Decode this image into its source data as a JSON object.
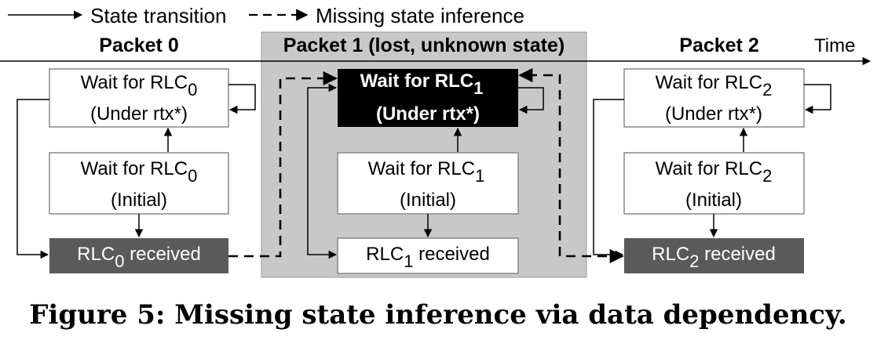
{
  "legend": {
    "solid_label": "State transition",
    "dashed_label": "Missing state inference"
  },
  "timeline": {
    "time_label": "Time"
  },
  "columns": [
    {
      "header": "Packet 0",
      "wait_rtx": {
        "line1_prefix": "Wait for RLC",
        "sub": "0",
        "line2": "(Under rtx*)"
      },
      "wait_init": {
        "line1_prefix": "Wait for RLC",
        "sub": "0",
        "line2": "(Initial)"
      },
      "received": {
        "prefix": "RLC",
        "sub": "0",
        "suffix": " received"
      }
    },
    {
      "header": "Packet 1 (lost, unknown state)",
      "wait_rtx": {
        "line1_prefix": "Wait for RLC",
        "sub": "1",
        "line2": "(Under rtx*)"
      },
      "wait_init": {
        "line1_prefix": "Wait for RLC",
        "sub": "1",
        "line2": "(Initial)"
      },
      "received": {
        "prefix": "RLC",
        "sub": "1",
        "suffix": " received"
      }
    },
    {
      "header": "Packet 2",
      "wait_rtx": {
        "line1_prefix": "Wait for RLC",
        "sub": "2",
        "line2": "(Under rtx*)"
      },
      "wait_init": {
        "line1_prefix": "Wait for RLC",
        "sub": "2",
        "line2": "(Initial)"
      },
      "received": {
        "prefix": "RLC",
        "sub": "2",
        "suffix": " received"
      }
    }
  ],
  "caption": "Figure 5: Missing state inference via data dependency.",
  "colors": {
    "unknown_region": "#c8c8c8",
    "received_box": "#5a5a5a",
    "highlight_box": "#000000",
    "box_border": "#888888",
    "line": "#000000"
  }
}
